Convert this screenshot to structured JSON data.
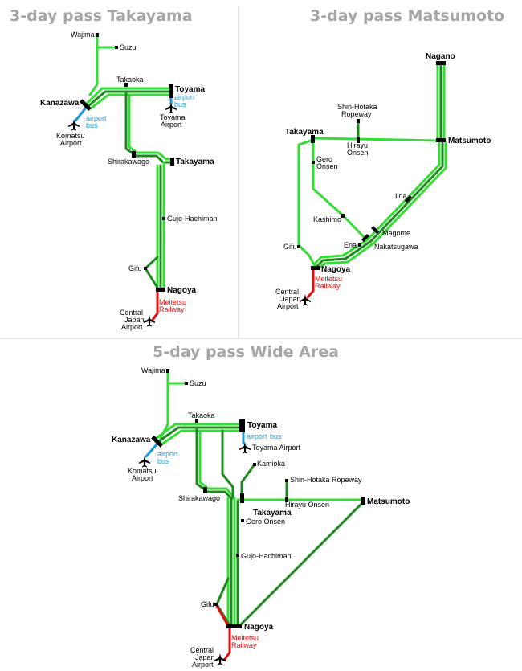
{
  "titles": {
    "takayama": "3-day pass Takayama",
    "matsumoto": "3-day pass Matsumoto",
    "wide": "5-day pass Wide Area"
  },
  "map1": {
    "wajima": "Wajima",
    "suzu": "Suzu",
    "takaoka": "Takaoka",
    "toyama": "Toyama",
    "kanazawa": "Kanazawa",
    "airport_bus_1": "airport",
    "airport_bus_2": "bus",
    "airport_bus_l1": "airport",
    "airport_bus_l2": "bus",
    "toyama_airport_1": "Toyama",
    "toyama_airport_2": "Airport",
    "komatsu_1": "Komatsu",
    "komatsu_2": "Airport",
    "shirakawago": "Shirakawago",
    "takayama": "Takayama",
    "gujo": "Gujo-Hachiman",
    "gifu": "Gifu",
    "nagoya": "Nagoya",
    "meitetsu_1": "Meitetsu",
    "meitetsu_2": "Railway",
    "central_1": "Central",
    "central_2": "Japan",
    "central_3": "Airport"
  },
  "map2": {
    "nagano": "Nagano",
    "shinhotaka_1": "Shin-Hotaka",
    "shinhotaka_2": "Ropeway",
    "takayama": "Takayama",
    "matsumoto": "Matsumoto",
    "hirayu_1": "Hirayu",
    "hirayu_2": "Onsen",
    "gero_1": "Gero",
    "gero_2": "Onsen",
    "iida": "Iida",
    "kashimo": "Kashimo",
    "magome": "Magome",
    "ena": "Ena",
    "nakatsugawa": "Nakatsugawa",
    "gifu": "Gifu",
    "nagoya": "Nagoya",
    "meitetsu_1": "Meitetsu",
    "meitetsu_2": "Railway",
    "central_1": "Central",
    "central_2": "Japan",
    "central_3": "Airport"
  },
  "map3": {
    "wajima": "Wajima",
    "suzu": "Suzu",
    "takaoka": "Takaoka",
    "toyama": "Toyama",
    "kanazawa": "Kanazawa",
    "airport_bus_1": "airport",
    "airport_bus_2": "bus",
    "airport_bus_r1": "airport",
    "airport_bus_r2": "bus",
    "toyama_airport": "Toyama Airport",
    "komatsu_1": "Komatsu",
    "komatsu_2": "Airport",
    "kamioka": "Kamioka",
    "shinhotaka": "Shin-Hotaka Ropeway",
    "shirakawago": "Shirakawago",
    "hirayu": "Hirayu Onsen",
    "matsumoto": "Matsumoto",
    "takayama": "Takayama",
    "gero": "Gero Onsen",
    "gujo": "Gujo-Hachiman",
    "gifu": "Gifu",
    "nagoya": "Nagoya",
    "meitetsu_1": "Meitetsu",
    "meitetsu_2": "Railway",
    "central_1": "Central",
    "central_2": "Japan",
    "central_3": "Airport"
  },
  "colors": {
    "jr_limited": "#33dd33",
    "jr_local": "#1e8a1e",
    "meitetsu": "#e01010",
    "airport_bus": "#1a9ad6",
    "title": "#a6a6a6"
  },
  "icons": [
    "airplane-icon"
  ]
}
